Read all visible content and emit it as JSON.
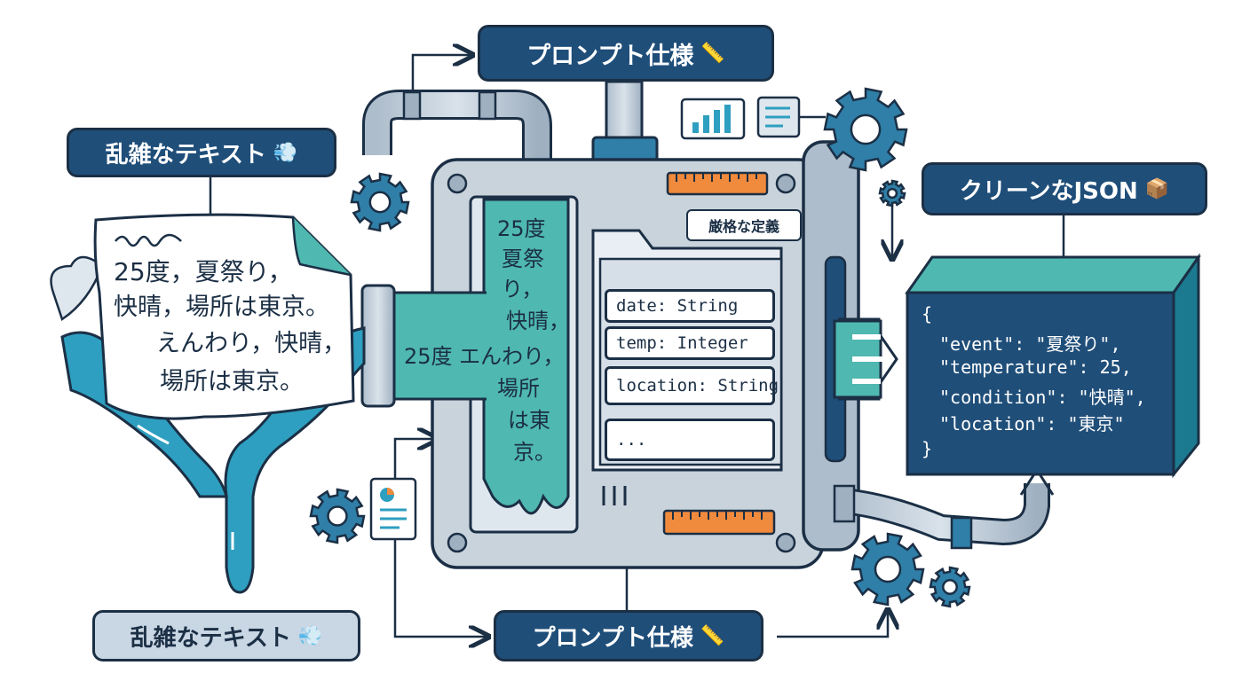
{
  "labels": {
    "prompt_spec_top": "プロンプト仕様",
    "prompt_spec_bottom": "プロンプト仕様",
    "messy_text_top": "乱雑なテキスト",
    "messy_text_bottom": "乱雑なテキスト",
    "clean_json": "クリーンなJSON",
    "strict_definition": "厳格な定義"
  },
  "messy_note": {
    "lines": [
      "25度，夏祭り，",
      "快晴，場所は東京。",
      "えんわり，快晴，",
      "場所は東京。"
    ]
  },
  "stream_text": {
    "column": [
      "25度",
      "夏祭",
      "り，",
      "快晴，"
    ],
    "middle": "25度 エんわり，",
    "lower": [
      "場所",
      "は東",
      "京。"
    ]
  },
  "schema_fields": [
    "date: String",
    "temp: Integer",
    "location: String",
    "..."
  ],
  "json_output": {
    "lines": [
      "{",
      "\"event\": \"夏祭り\",",
      "\"temperature\": 25,",
      "\"condition\": \"快晴\",",
      "\"location\": \"東京\"",
      "}"
    ]
  },
  "icons": {
    "ruler": "ruler-icon",
    "cloud": "cloud-icon",
    "box": "package-icon",
    "gear": "gear-icon",
    "chart": "bar-chart-icon",
    "document": "document-icon"
  },
  "colors": {
    "navy": "#1f4e79",
    "outline": "#1b2f45",
    "teal": "#4fb8b0",
    "water": "#2e9fc0",
    "steel": "#b9c6d3",
    "orange": "#f08a3c",
    "gear": "#2f7fa8"
  }
}
